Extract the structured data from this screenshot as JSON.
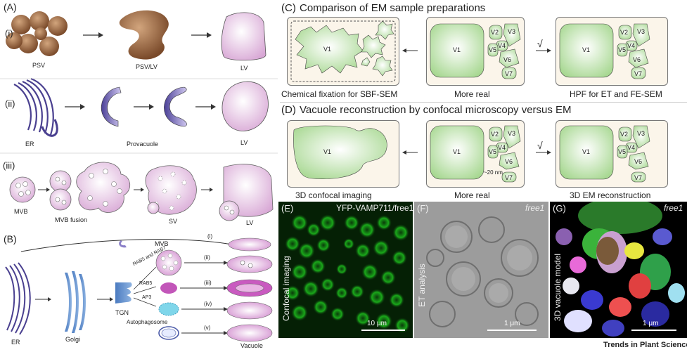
{
  "panel_a": {
    "label": "(A)",
    "row_i": {
      "label": "(i)",
      "psv": "PSV",
      "psv_lv": "PSV/LV",
      "lv": "LV"
    },
    "row_ii": {
      "label": "(ii)",
      "er": "ER",
      "provacuole": "Provacuole",
      "lv": "LV"
    },
    "row_iii": {
      "label": "(iii)",
      "mvb": "MVB",
      "mvb_fusion": "MVB fusion",
      "sv": "SV",
      "lv": "LV"
    }
  },
  "panel_b": {
    "label": "(B)",
    "er": "ER",
    "golgi": "Golgi",
    "tgn": "TGN",
    "mvb": "MVB",
    "rab5_rab7": "RAB5 and RAB7",
    "rab5": "RAB5",
    "ap3": "AP3",
    "autophagosome": "Autophagosome",
    "vacuole": "Vacuole",
    "routes": [
      "(i)",
      "(ii)",
      "(iii)",
      "(iv)",
      "(v)"
    ]
  },
  "panel_c": {
    "label": "(C)",
    "title": "Comparison of EM sample preparations",
    "left_caption": "Chemical fixation for SBF-SEM",
    "middle_caption": "More real",
    "right_caption": "HPF for ET and FE-SEM",
    "check": "√",
    "vacuoles": [
      "V1",
      "V2",
      "V3",
      "V4",
      "V5",
      "V6",
      "V7"
    ]
  },
  "panel_d": {
    "label": "(D)",
    "title": "Vacuole reconstruction by  confocal microscopy versus EM",
    "left_caption": "3D confocal imaging",
    "middle_caption": "More real",
    "right_caption": "3D EM reconstruction",
    "check": "√",
    "distance": "~20 nm",
    "vacuoles": [
      "V1",
      "V2",
      "V3",
      "V4",
      "V5",
      "V6",
      "V7"
    ]
  },
  "panel_e": {
    "label": "(E)",
    "title": "YFP-VAMP711/free1",
    "side": "Confocal imaging",
    "scale": "10 μm"
  },
  "panel_f": {
    "label": "(F)",
    "title": "free1",
    "side": "ET analysis",
    "scale": "1 μm"
  },
  "panel_g": {
    "label": "(G)",
    "title": "free1",
    "side": "3D vacuole model",
    "scale": "1 μm"
  },
  "footer": "Trends in Plant Science",
  "colors": {
    "brown": "#8a5a3a",
    "purple": "#5a4fa0",
    "pink": "#d9a9d6",
    "green": "#a6d98b",
    "beige": "#fbf5ea"
  }
}
